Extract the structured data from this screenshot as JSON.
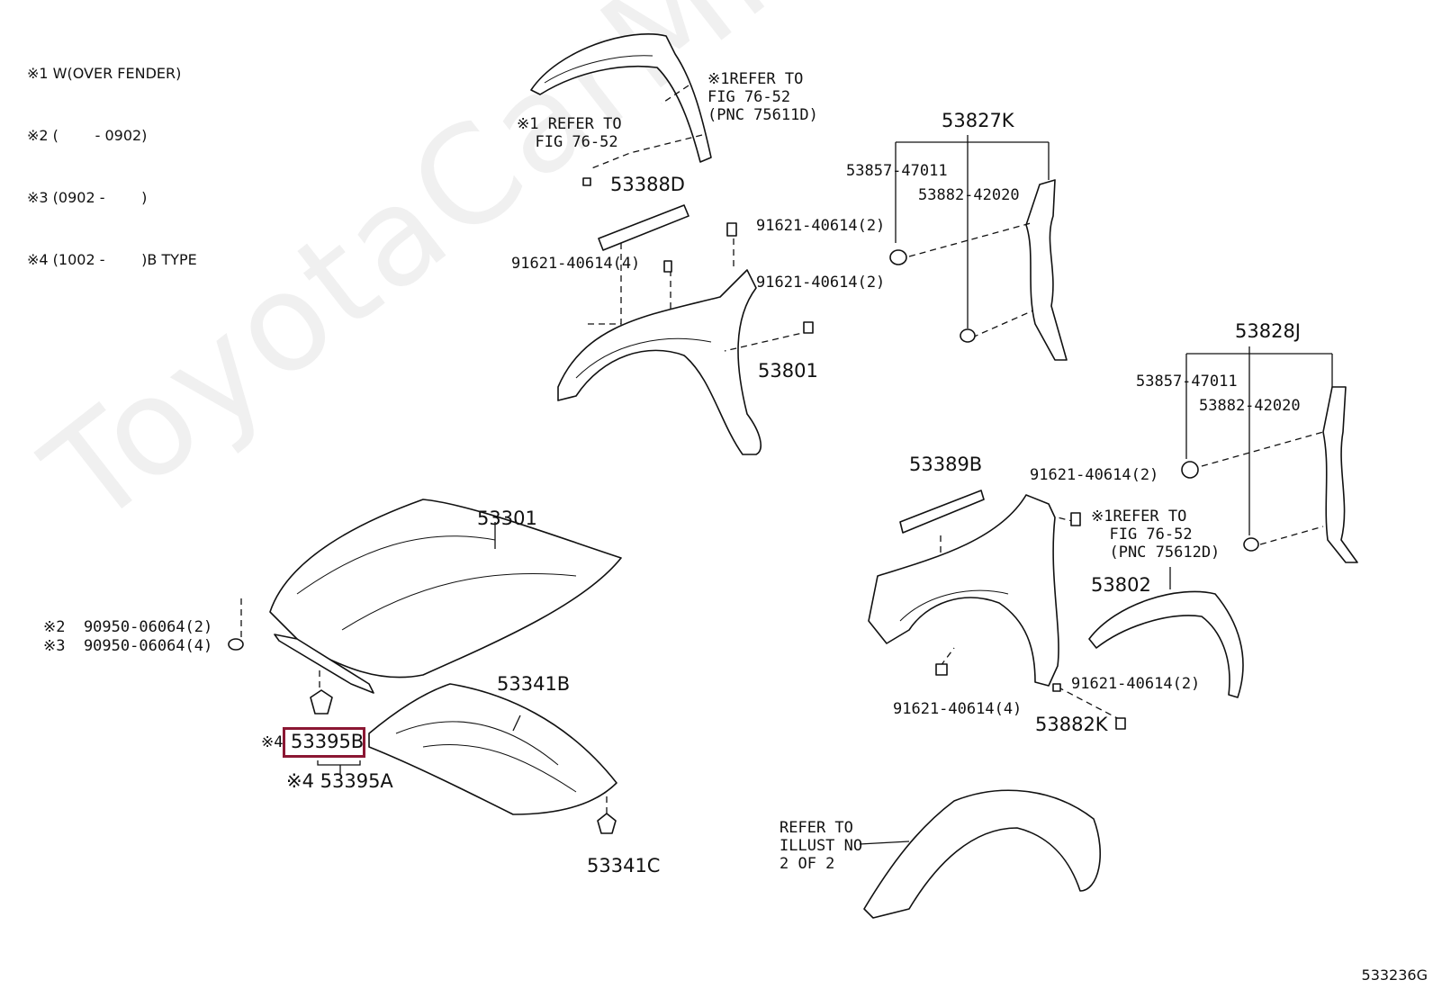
{
  "legend": [
    "※1 W(OVER FENDER)",
    "※2 (        - 0902)",
    "※3 (0902 -        )",
    "※4 (1002 -        )B TYPE"
  ],
  "notes": {
    "refer_top_right": "※1REFER TO\nFIG 76-52\n(PNC 75611D)",
    "refer_top_left": "※1 REFER TO\n  FIG 76-52",
    "refer_right": "※1REFER TO\n  FIG 76-52\n  (PNC 75612D)",
    "refer_illust": "REFER TO\nILLUST NO\n2 OF 2"
  },
  "parts": {
    "p53388D": "53388D",
    "p91621_4_top": "91621-40614(4)",
    "p91621_2_a": "91621-40614(2)",
    "p91621_2_b": "91621-40614(2)",
    "p53801": "53801",
    "p53827K": "53827K",
    "p53857_a": "53857-47011",
    "p53882_a": "53882-42020",
    "p53828J": "53828J",
    "p53857_b": "53857-47011",
    "p53882_b": "53882-42020",
    "p53389B": "53389B",
    "p91621_2_c": "91621-40614(2)",
    "p53802": "53802",
    "p91621_4_bot": "91621-40614(4)",
    "p91621_2_d": "91621-40614(2)",
    "p53882K": "53882K",
    "p53301": "53301",
    "p90950_2": "※2  90950-06064(2)",
    "p90950_3": "※3  90950-06064(4)",
    "p53341B": "53341B",
    "p53395B_prefix": "※4",
    "p53395B": "53395B",
    "p53395A": "※4 53395A",
    "p53341C": "53341C"
  },
  "highlighted_part": "53395B",
  "diagram_code": "533236G",
  "watermark": "ToyotaCarMine.ru",
  "colors": {
    "highlight": "#8b1733",
    "line": "#111111"
  }
}
